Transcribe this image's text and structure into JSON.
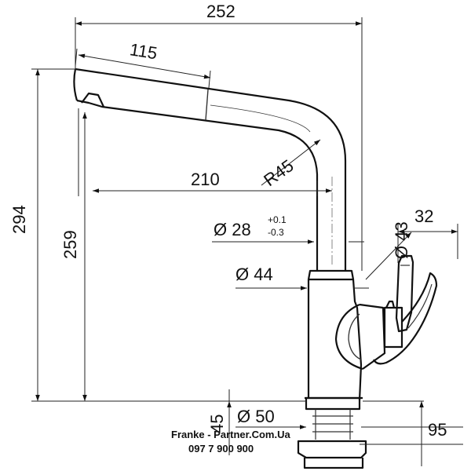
{
  "dimensions": {
    "overall_width": "252",
    "spout_pullout": "115",
    "reach": "210",
    "radius": "R45",
    "mount_hole_prefix": "Ø 28",
    "mount_tol_upper": "+0.1",
    "mount_tol_lower": "-0.3",
    "neck_diameter": "Ø 43",
    "lever_clearance": "32",
    "body_diameter": "Ø 44",
    "overall_height": "294",
    "spout_height": "259",
    "base_diameter": "Ø 50",
    "base_height": "45",
    "base_depth": "95"
  },
  "watermark": {
    "site": "Franke - Partner.Com.Ua",
    "phone": "097 7 900 900"
  }
}
